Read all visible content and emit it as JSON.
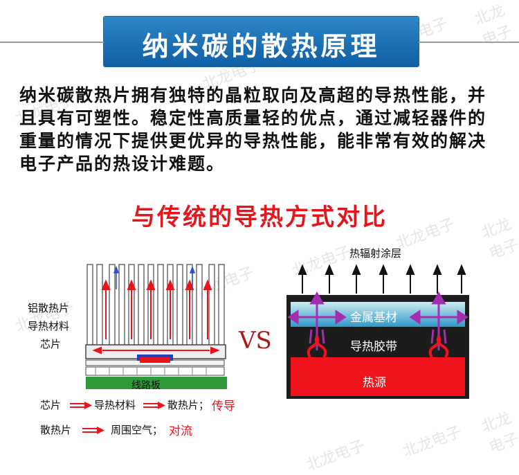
{
  "watermark": "北龙电子",
  "title": "纳米碳的散热原理",
  "paragraph": "纳米碳散热片拥有独特的晶粒取向及高超的导热性能，并且具有可塑性。稳定性高质量轻的优点，通过减轻器件的重量的情况下提供更优异的导热性能，能非常有效的解决电子产品的热设计难题。",
  "subtitle": "与传统的导热方式对比",
  "left": {
    "labels": [
      "铝散热片",
      "导热材料",
      "芯片"
    ],
    "board_label": "线路板"
  },
  "vs": "VS",
  "right": {
    "coating_label": "热辐射涂层",
    "metal_label": "金属基材",
    "tape_label": "导热胶带",
    "source_label": "热源"
  },
  "legend": {
    "row1": [
      "芯片",
      "导热材料",
      "散热片；",
      "传导"
    ],
    "row2": [
      "散热片",
      "周围空气；",
      "对流"
    ]
  },
  "colors": {
    "accent_red": "#e8141b",
    "title_blue": "#1a6fb5",
    "board_green": "#2f9a3a"
  }
}
